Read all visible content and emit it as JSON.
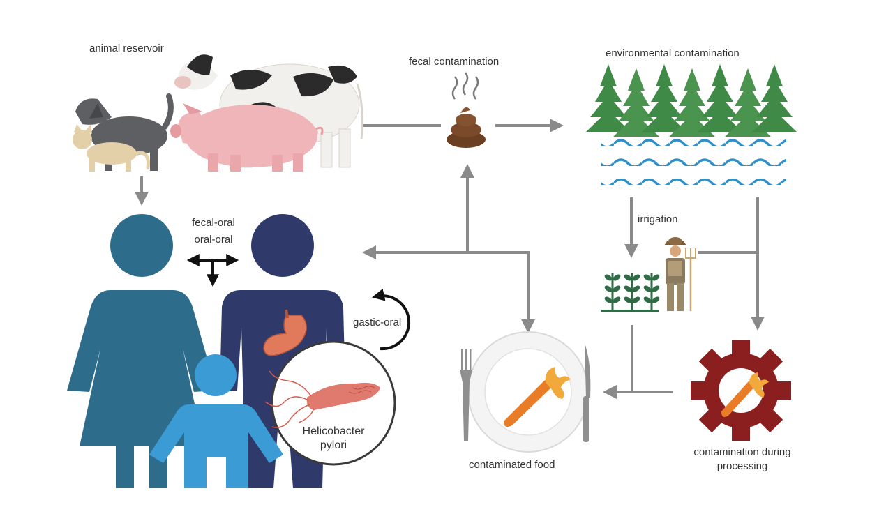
{
  "labels": {
    "animal_reservoir": "animal reservoir",
    "fecal_contamination": "fecal contamination",
    "environmental_contamination": "environmental contamination",
    "fecal_oral": "fecal-oral",
    "oral_oral": "oral-oral",
    "irrigation": "irrigation",
    "gastric_oral": "gastic-oral",
    "bacterium_line1": "Helicobacter",
    "bacterium_line2": "pylori",
    "contaminated_food": "contaminated food",
    "processing_line1": "contamination during",
    "processing_line2": "processing"
  },
  "colors": {
    "arrow": "#8a8a8a",
    "woman": "#2e6c8c",
    "man": "#2f3a6b",
    "child": "#3a9bd5",
    "trees": "#3f8a46",
    "water": "#2f8fc9",
    "poop": "#7a4a2a",
    "gear": "#8b1e1e",
    "carrot": "#e87c27",
    "bacterium": "#e17a6e",
    "stomach": "#e07a5a"
  },
  "icons": [
    "cow-icon",
    "pig-icon",
    "dog-icon",
    "cat-icon",
    "poop-icon",
    "tree-icon",
    "water-wave-icon",
    "crop-plant-icon",
    "farmer-icon",
    "woman-icon",
    "man-icon",
    "child-icon",
    "stomach-icon",
    "bacterium-icon",
    "plate-icon",
    "fork-icon",
    "knife-icon",
    "carrot-icon",
    "gear-icon",
    "cycle-arrow-icon",
    "cross-arrow-icon"
  ]
}
